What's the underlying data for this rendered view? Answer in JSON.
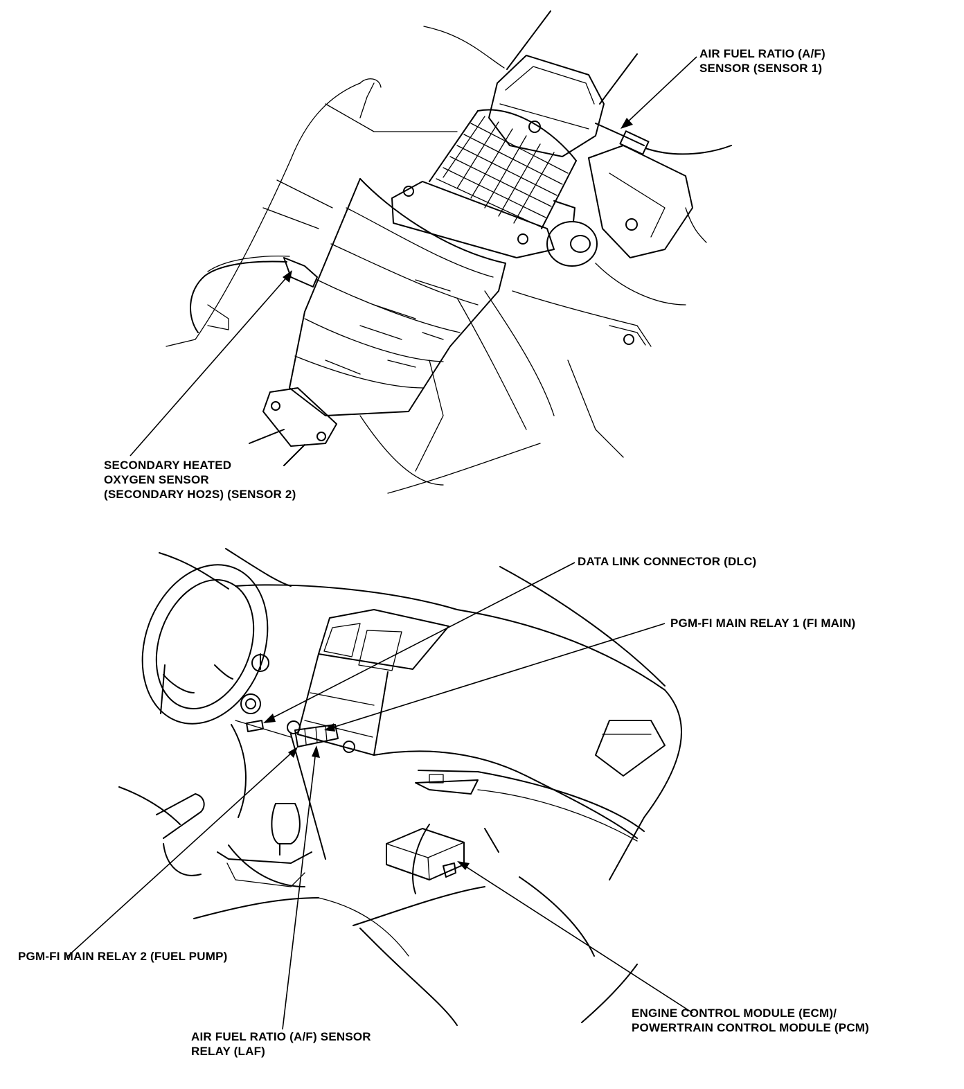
{
  "labels": {
    "af_sensor_1": [
      "AIR FUEL RATIO (A/F)",
      "SENSOR (SENSOR 1)"
    ],
    "secondary_ho2s": [
      "SECONDARY HEATED",
      "OXYGEN SENSOR",
      "(SECONDARY HO2S) (SENSOR 2)"
    ],
    "dlc": [
      "DATA LINK CONNECTOR (DLC)"
    ],
    "fi_main_relay_1": [
      "PGM-FI MAIN RELAY 1 (FI MAIN)"
    ],
    "fi_main_relay_2": [
      "PGM-FI MAIN RELAY 2 (FUEL PUMP)"
    ],
    "af_sensor_relay": [
      "AIR FUEL RATIO (A/F) SENSOR",
      "RELAY (LAF)"
    ],
    "ecm_pcm": [
      "ENGINE CONTROL MODULE (ECM)/",
      "POWERTRAIN CONTROL MODULE (PCM)"
    ]
  }
}
